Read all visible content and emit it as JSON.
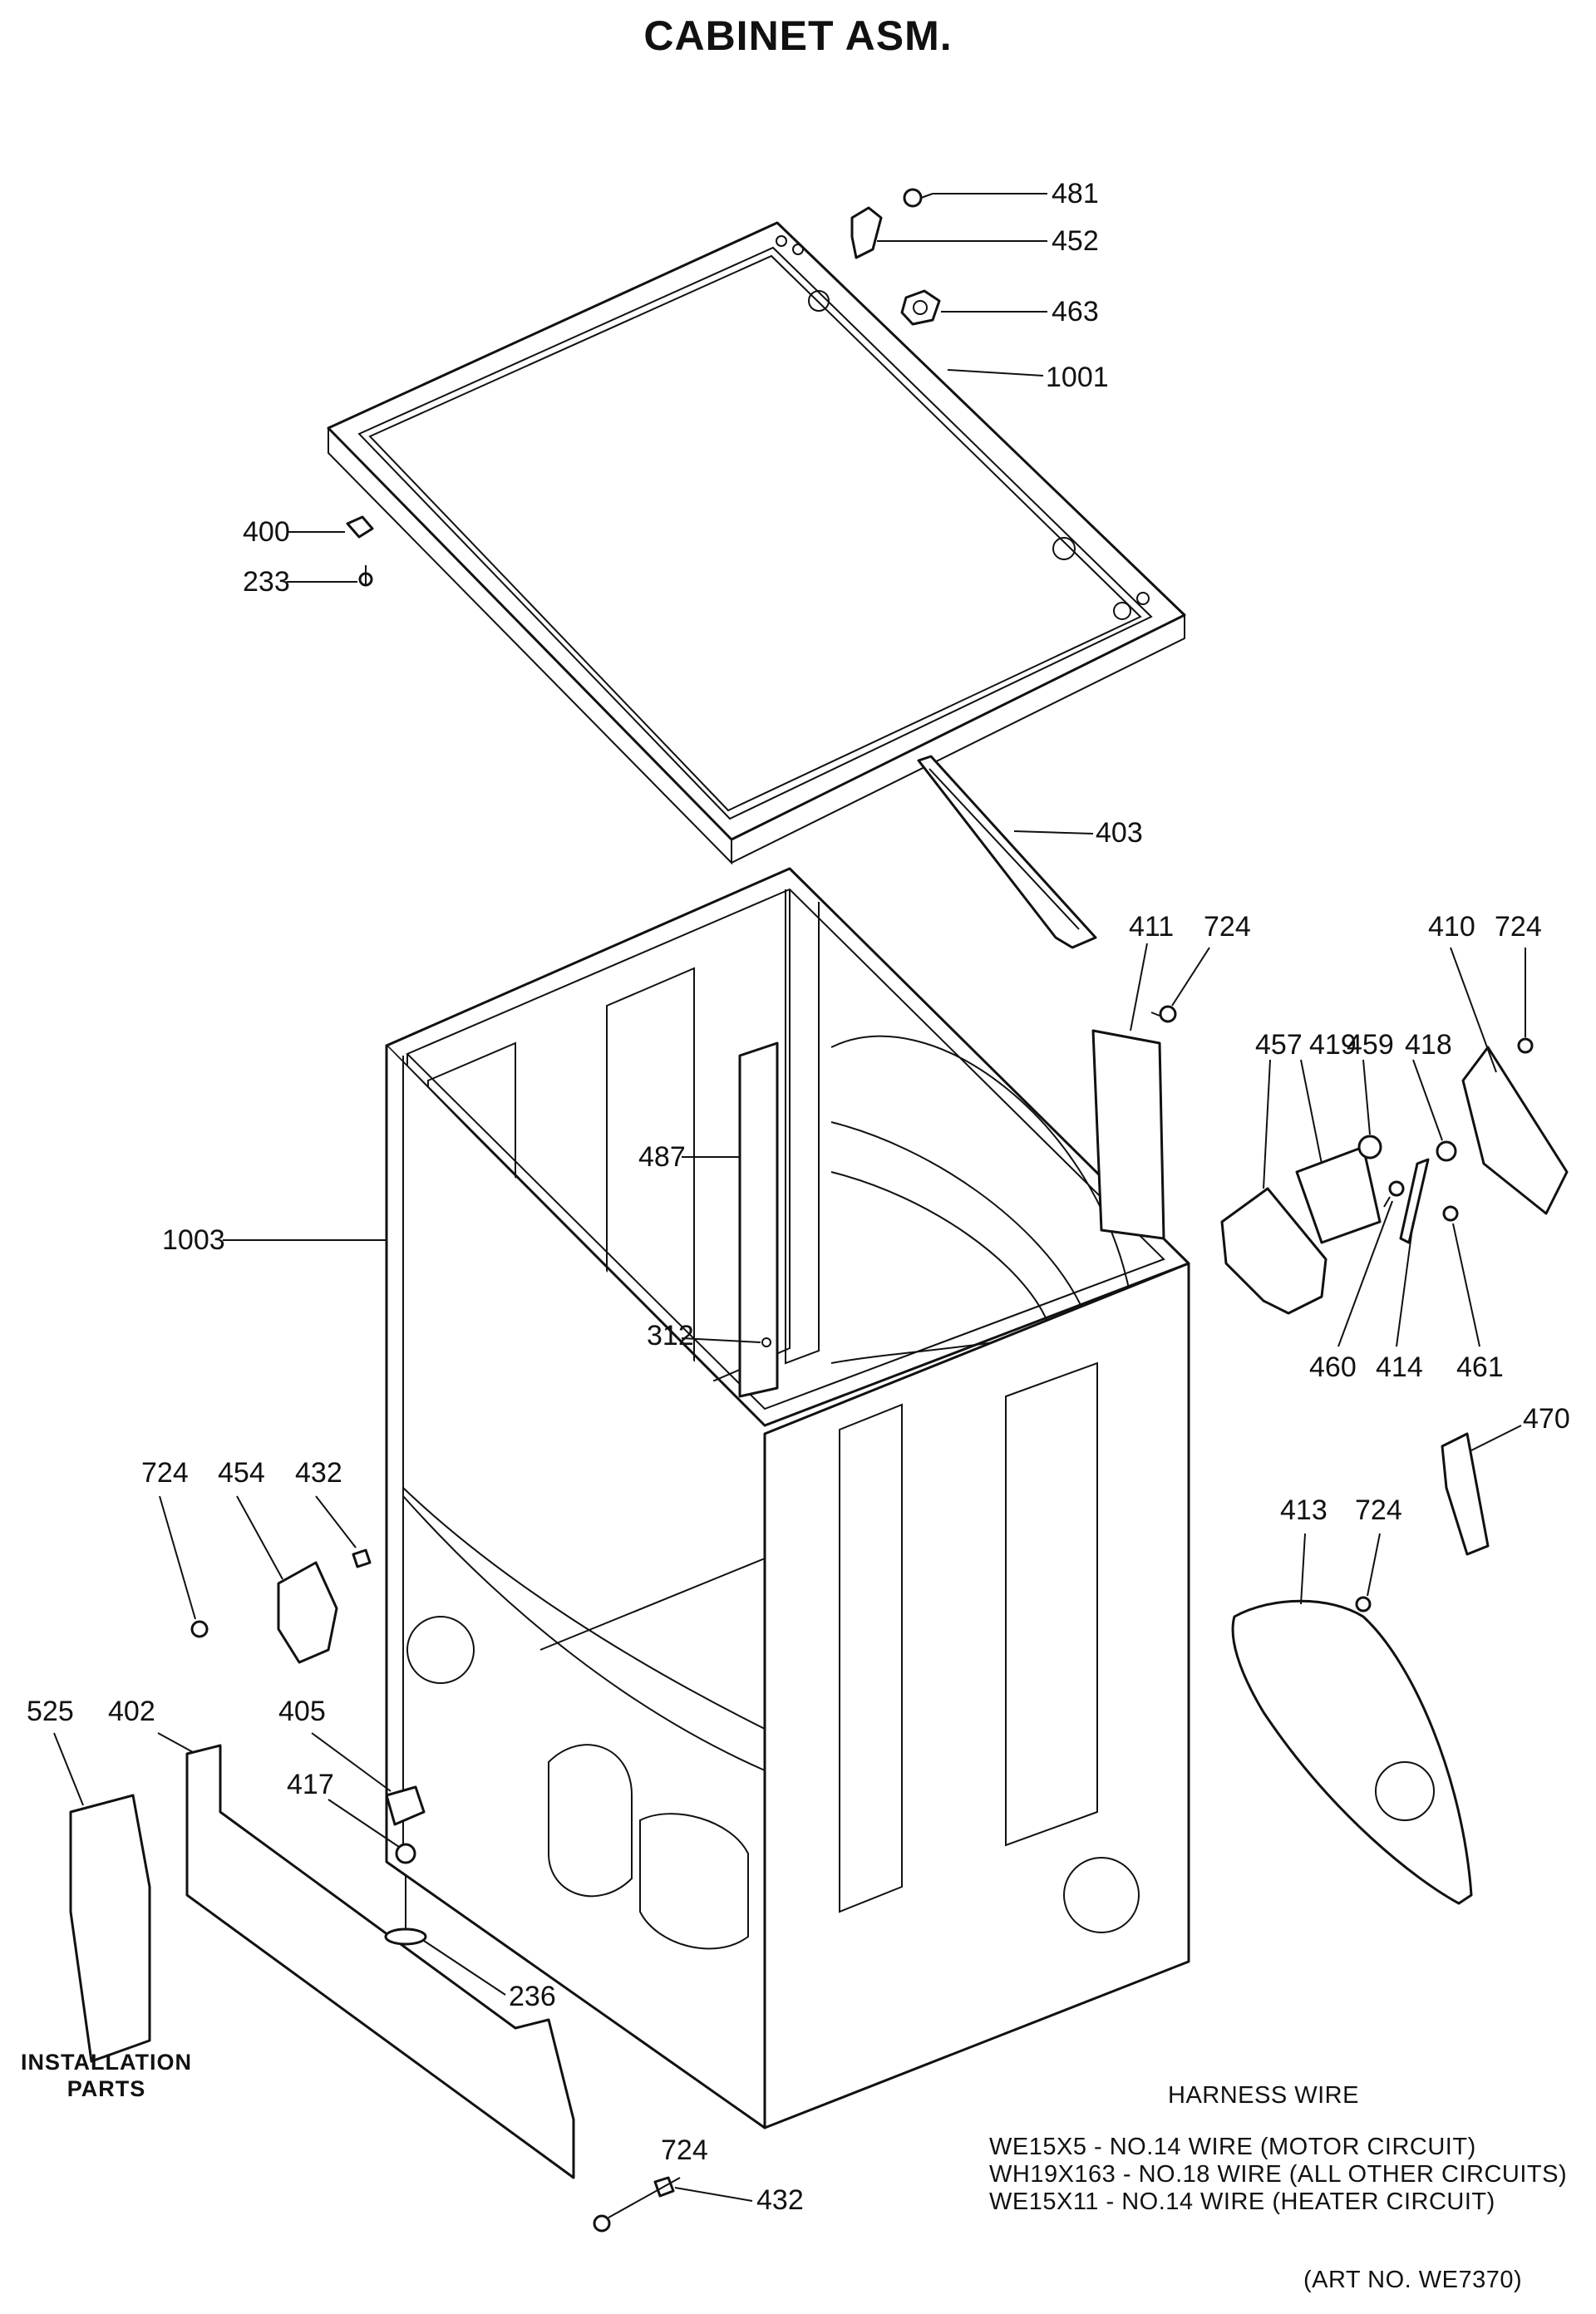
{
  "title": "CABINET ASM.",
  "callouts": [
    {
      "id": "481",
      "label": "481"
    },
    {
      "id": "452",
      "label": "452"
    },
    {
      "id": "463",
      "label": "463"
    },
    {
      "id": "1001",
      "label": "1001"
    },
    {
      "id": "400",
      "label": "400"
    },
    {
      "id": "233",
      "label": "233"
    },
    {
      "id": "403",
      "label": "403"
    },
    {
      "id": "411",
      "label": "411"
    },
    {
      "id": "724a",
      "label": "724"
    },
    {
      "id": "410",
      "label": "410"
    },
    {
      "id": "724b",
      "label": "724"
    },
    {
      "id": "457",
      "label": "457"
    },
    {
      "id": "419",
      "label": "419"
    },
    {
      "id": "459",
      "label": "459"
    },
    {
      "id": "418",
      "label": "418"
    },
    {
      "id": "487",
      "label": "487"
    },
    {
      "id": "1003",
      "label": "1003"
    },
    {
      "id": "312",
      "label": "312"
    },
    {
      "id": "460",
      "label": "460"
    },
    {
      "id": "414",
      "label": "414"
    },
    {
      "id": "461",
      "label": "461"
    },
    {
      "id": "470",
      "label": "470"
    },
    {
      "id": "724c",
      "label": "724"
    },
    {
      "id": "454",
      "label": "454"
    },
    {
      "id": "432a",
      "label": "432"
    },
    {
      "id": "413",
      "label": "413"
    },
    {
      "id": "724d",
      "label": "724"
    },
    {
      "id": "525",
      "label": "525"
    },
    {
      "id": "402",
      "label": "402"
    },
    {
      "id": "405",
      "label": "405"
    },
    {
      "id": "417",
      "label": "417"
    },
    {
      "id": "236",
      "label": "236"
    },
    {
      "id": "724e",
      "label": "724"
    },
    {
      "id": "432b",
      "label": "432"
    }
  ],
  "installation_parts": [
    "INSTALLATION",
    "PARTS"
  ],
  "harness": {
    "heading": "HARNESS WIRE",
    "lines": [
      "WE15X5 - NO.14 WIRE (MOTOR CIRCUIT)",
      "WH19X163 - NO.18 WIRE (ALL OTHER CIRCUITS)",
      "WE15X11 - NO.14 WIRE (HEATER CIRCUIT)"
    ]
  },
  "art_no": "(ART NO. WE7370)"
}
